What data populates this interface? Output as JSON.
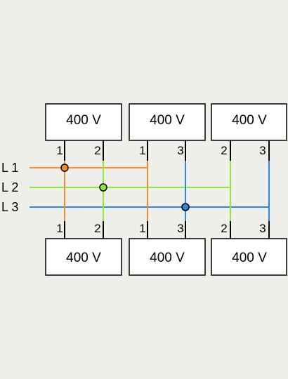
{
  "colors": {
    "background": "#eeeeea",
    "L1": "#f28a2f",
    "L2": "#8ee83a",
    "L3": "#2f86e0",
    "box_fill": "#ffffff",
    "box_stroke": "#000000"
  },
  "lines": [
    {
      "id": "L1",
      "label": "L 1"
    },
    {
      "id": "L2",
      "label": "L 2"
    },
    {
      "id": "L3",
      "label": "L 3"
    }
  ],
  "top_boxes": [
    {
      "label": "400 V",
      "pins": [
        "1",
        "2"
      ]
    },
    {
      "label": "400 V",
      "pins": [
        "1",
        "3"
      ]
    },
    {
      "label": "400 V",
      "pins": [
        "2",
        "3"
      ]
    }
  ],
  "bottom_boxes": [
    {
      "label": "400 V",
      "pins": [
        "1",
        "2"
      ]
    },
    {
      "label": "400 V",
      "pins": [
        "1",
        "3"
      ]
    },
    {
      "label": "400 V",
      "pins": [
        "2",
        "3"
      ]
    }
  ]
}
